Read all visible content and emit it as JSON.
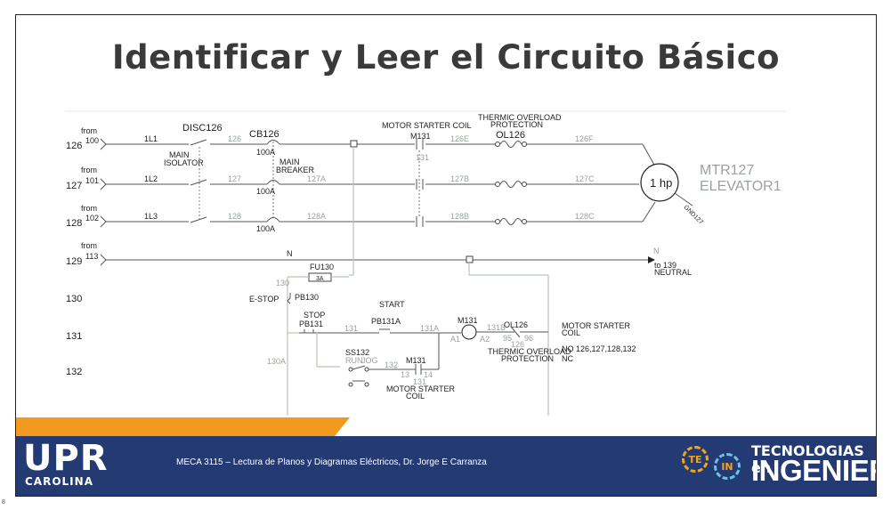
{
  "slide": {
    "title": "Identificar y Leer el Circuito Básico",
    "page_number": "8"
  },
  "footer": {
    "logo_main": "UPR",
    "logo_sub": "CAROLINA",
    "course": "MECA 3115 – Lectura de Planos y Diagramas Eléctricos, Dr. Jorge E Carranza",
    "brand_line1": "TECNOLOGIAS en",
    "brand_line2": "INGENIERIA",
    "gear_left": "TE",
    "gear_right": "IN"
  },
  "diagram": {
    "from_labels": [
      "from",
      "from",
      "from",
      "from"
    ],
    "line_numbers": [
      "126",
      "127",
      "128",
      "129",
      "130",
      "131",
      "132"
    ],
    "source_wires": [
      "100",
      "101",
      "102",
      "113"
    ],
    "phases": [
      "1L1",
      "1L2",
      "1L3",
      "N"
    ],
    "disconnect": "DISC126",
    "main_isolator": [
      "MAIN",
      "ISOLATOR"
    ],
    "breaker": "CB126",
    "main_breaker": [
      "MAIN",
      "BREAKER"
    ],
    "breaker_rating": "100A",
    "wires_after_disc": [
      "126",
      "127",
      "128"
    ],
    "wires_after_cb": [
      "127A",
      "128A"
    ],
    "motor_starter_coil_top": "MOTOR STARTER COIL",
    "contactor": "M131",
    "contactor_ref": "131",
    "wires_after_contactor": [
      "126E",
      "127B",
      "128B"
    ],
    "thermal_overload": [
      "THERMIC OVERLOAD",
      "PROTECTION"
    ],
    "overload": "OL126",
    "wires_to_motor": [
      "126F",
      "127C",
      "128C"
    ],
    "motor_rating": "1 hp",
    "motor_tag": [
      "MTR127",
      "ELEVATOR1"
    ],
    "motor_ground": "GND127",
    "neutral_top": "N",
    "neutral_to": [
      "to 139",
      "NEUTRAL"
    ],
    "fuse": "FU130",
    "fuse_rating": "3A",
    "wire_130": "130",
    "estop_label": "E-STOP",
    "estop": "PB130",
    "stop_label": "STOP",
    "stop_pb": "PB131",
    "wire_131": "131",
    "start_label": "START",
    "start_pb": "PB131A",
    "wire_131A": "131A",
    "coil": "M131",
    "coil_terminals": [
      "A1",
      "A2"
    ],
    "wire_131B": "131B",
    "overload_contact": "OL126",
    "overload_terminals": [
      "95",
      "96"
    ],
    "overload_ref": "126",
    "coil_label": [
      "MOTOR STARTER",
      "COIL"
    ],
    "coil_contacts": [
      "NO 126,127,128,132",
      "NC"
    ],
    "wire_130A": "130A",
    "selector": "SS132",
    "selector_positions": [
      "RUN",
      "JOG"
    ],
    "wire_132": "132",
    "holding_contact": "M131",
    "holding_terminals": [
      "13",
      "14"
    ],
    "holding_ref": "131",
    "motor_starter_coil_bottom": [
      "MOTOR STARTER",
      "COIL"
    ]
  },
  "colors": {
    "footer_bg": "#243a73",
    "accent_orange": "#f29a1f",
    "wire": "#555555",
    "gray_wire": "#b7c5b7",
    "gear_left": "#f2a51c",
    "gear_right": "#6ec1e4"
  },
  "icons": [
    "motor-circle-icon",
    "coil-circle-icon",
    "gear-icon"
  ]
}
